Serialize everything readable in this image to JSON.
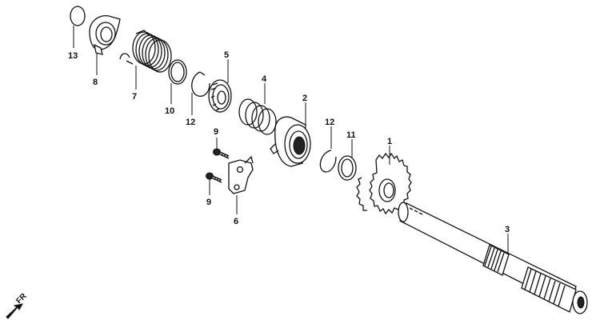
{
  "parts": [
    {
      "id": "part-1",
      "label": "1"
    },
    {
      "id": "part-2",
      "label": "2"
    },
    {
      "id": "part-3",
      "label": "3"
    },
    {
      "id": "part-4",
      "label": "4"
    },
    {
      "id": "part-5",
      "label": "5"
    },
    {
      "id": "part-6",
      "label": "6"
    },
    {
      "id": "part-7",
      "label": "7"
    },
    {
      "id": "part-8",
      "label": "8"
    },
    {
      "id": "part-9a",
      "label": "9"
    },
    {
      "id": "part-9b",
      "label": "9"
    },
    {
      "id": "part-10",
      "label": "10"
    },
    {
      "id": "part-11",
      "label": "11"
    },
    {
      "id": "part-12a",
      "label": "12"
    },
    {
      "id": "part-12b",
      "label": "12"
    },
    {
      "id": "part-13",
      "label": "13"
    }
  ],
  "direction": {
    "label": "FR"
  }
}
